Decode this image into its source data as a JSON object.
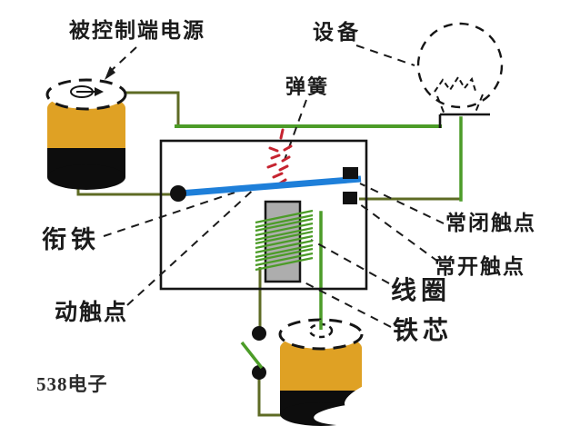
{
  "diagram": {
    "type": "electromagnetic-relay-schematic",
    "labels": {
      "power_source": "被控制端电源",
      "device": "设备",
      "spring": "弹簧",
      "armature": "衔铁",
      "moving_contact": "动触点",
      "nc_contact": "常闭触点",
      "no_contact": "常开触点",
      "coil": "线圈",
      "iron_core": "铁芯",
      "watermark": "538电子"
    },
    "colors": {
      "wire_green": "#4C9C28",
      "wire_olive": "#5E6B24",
      "armature_blue": "#1E7FD9",
      "spring_red": "#C62430",
      "battery_orange": "#DFA124",
      "battery_black": "#0d0d0d",
      "core_gray": "#ADADAD",
      "line_black": "#151515"
    }
  }
}
